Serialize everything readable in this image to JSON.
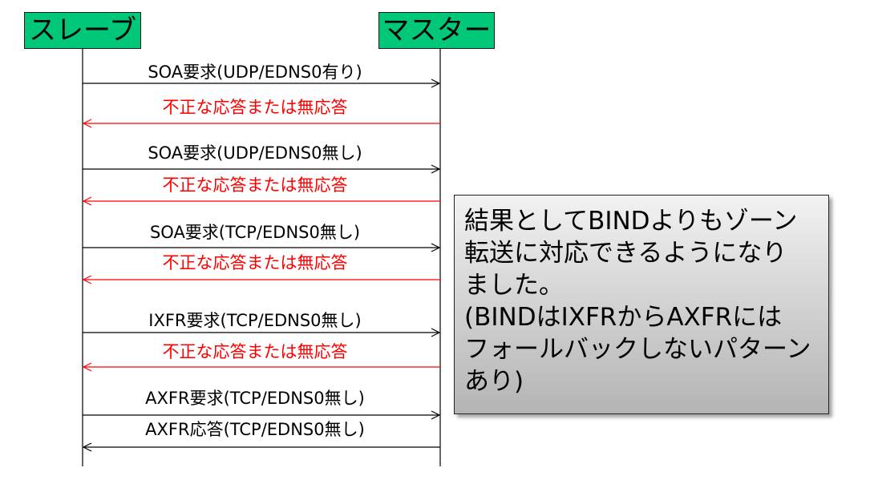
{
  "actors": {
    "slave": "スレーブ",
    "master": "マスター"
  },
  "messages": [
    {
      "label": "SOA要求(UDP/EDNS0有り)",
      "direction": "slave-to-master",
      "color": "#000000"
    },
    {
      "label": "不正な応答または無応答",
      "direction": "master-to-slave",
      "color": "#ff0000"
    },
    {
      "label": "SOA要求(UDP/EDNS0無し)",
      "direction": "slave-to-master",
      "color": "#000000"
    },
    {
      "label": "不正な応答または無応答",
      "direction": "master-to-slave",
      "color": "#ff0000"
    },
    {
      "label": "SOA要求(TCP/EDNS0無し)",
      "direction": "slave-to-master",
      "color": "#000000"
    },
    {
      "label": "不正な応答または無応答",
      "direction": "master-to-slave",
      "color": "#ff0000"
    },
    {
      "label": "IXFR要求(TCP/EDNS0無し)",
      "direction": "slave-to-master",
      "color": "#000000"
    },
    {
      "label": "不正な応答または無応答",
      "direction": "master-to-slave",
      "color": "#ff0000"
    },
    {
      "label": "AXFR要求(TCP/EDNS0無し)",
      "direction": "slave-to-master",
      "color": "#000000"
    },
    {
      "label": "AXFR応答(TCP/EDNS0無し)",
      "direction": "master-to-slave",
      "color": "#000000"
    }
  ],
  "note": {
    "lines": [
      "結果としてBINDよりもゾーン",
      "転送に対応できるようになり",
      "ました。",
      "(BINDはIXFRからAXFRには",
      "フォールバックしないパターン",
      "あり)"
    ]
  },
  "colors": {
    "actor_fill": "#00c878",
    "request": "#000000",
    "error_response": "#ff0000"
  }
}
